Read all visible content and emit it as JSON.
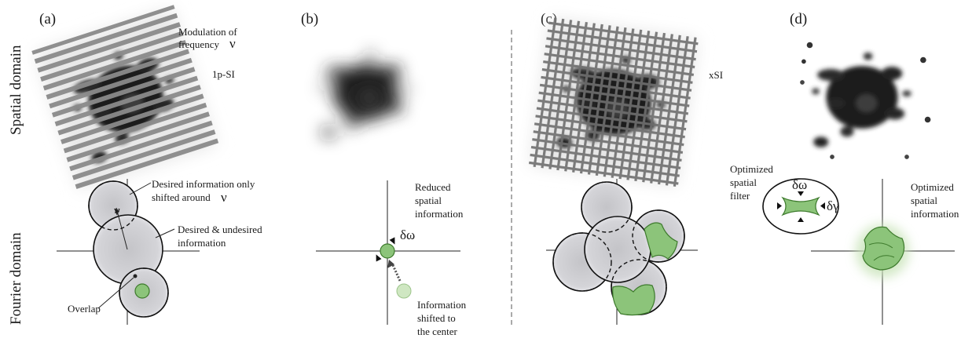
{
  "panels": {
    "a": "(a)",
    "b": "(b)",
    "c": "(c)",
    "d": "(d)"
  },
  "row_labels": {
    "spatial": "Spatial domain",
    "fourier": "Fourier domain"
  },
  "panel_a": {
    "modulation": [
      "Modulation of",
      "frequency"
    ],
    "nu": "ν",
    "method": "1p-SI",
    "desired_shifted": [
      "Desired information only",
      "shifted around"
    ],
    "desired_undesired": [
      "Desired & undesired",
      "information"
    ],
    "overlap": "Overlap"
  },
  "panel_b": {
    "reduced": [
      "Reduced",
      "spatial",
      "information"
    ],
    "delta_omega": "δω",
    "shifted": [
      "Information",
      "shifted to",
      "the center"
    ]
  },
  "panel_c": {
    "method": "xSI"
  },
  "panel_d": {
    "filter": [
      "Optimized",
      "spatial",
      "filter"
    ],
    "delta_omega": "δω",
    "delta_gamma": "δγ",
    "info": [
      "Optimized",
      "spatial",
      "information"
    ]
  },
  "colors": {
    "green": "#8cc47a",
    "grey_fill": "#c8c8cc",
    "stripe": "#8a8a8a"
  }
}
